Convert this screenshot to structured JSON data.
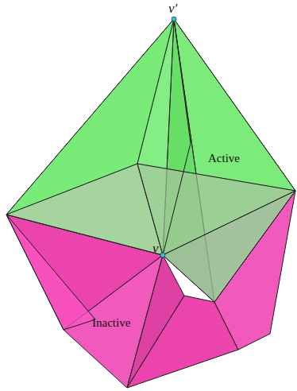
{
  "diagram": {
    "labels": [
      "v′",
      "v",
      "Active",
      "Inactive"
    ]
  }
}
